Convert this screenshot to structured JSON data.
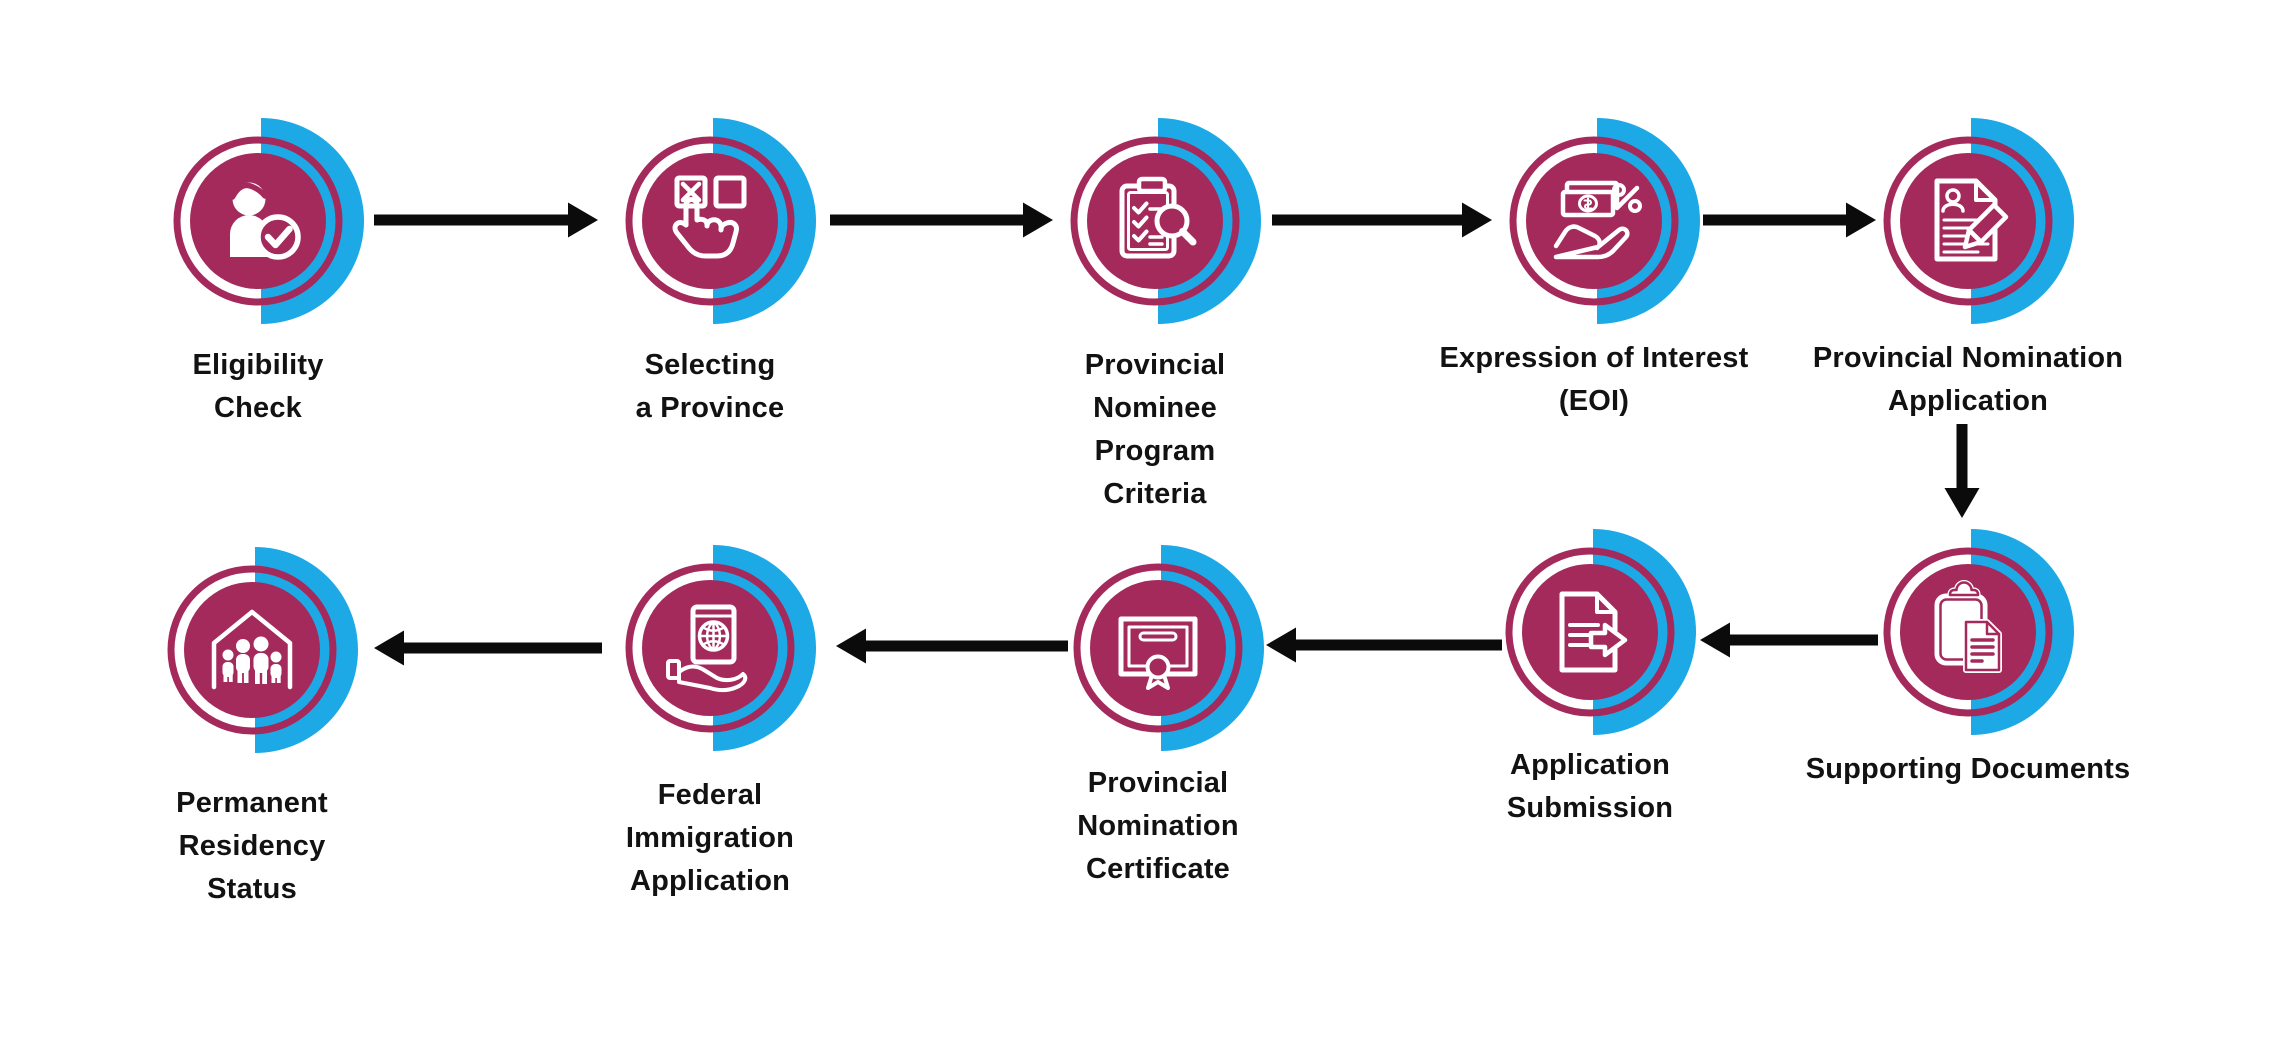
{
  "diagram": {
    "background": "#FFFFFF",
    "colors": {
      "badge_fill": "#A42A5C",
      "badge_accent": "#1CA9E6",
      "icon_stroke": "#FFFFFF",
      "label_text": "#121212",
      "arrow": "#0B0B0B"
    },
    "steps": [
      {
        "label_lines": [
          "Eligibility",
          "Check"
        ],
        "icon": "person-check-icon"
      },
      {
        "label_lines": [
          "Selecting",
          "a Province"
        ],
        "icon": "hand-checkbox-icon"
      },
      {
        "label_lines": [
          "Provincial",
          "Nominee",
          "Program",
          "Criteria"
        ],
        "icon": "clipboard-magnifier-icon"
      },
      {
        "label_lines": [
          "Expression of Interest",
          "(EOI)"
        ],
        "icon": "money-hand-icon"
      },
      {
        "label_lines": [
          "Provincial Nomination",
          "Application"
        ],
        "icon": "document-pencil-icon"
      },
      {
        "label_lines": [
          "Supporting Documents"
        ],
        "icon": "clipboard-document-icon"
      },
      {
        "label_lines": [
          "Application",
          "Submission"
        ],
        "icon": "document-arrow-icon"
      },
      {
        "label_lines": [
          "Provincial",
          "Nomination",
          "Certificate"
        ],
        "icon": "certificate-icon"
      },
      {
        "label_lines": [
          "Federal",
          "Immigration",
          "Application"
        ],
        "icon": "passport-hand-icon"
      },
      {
        "label_lines": [
          "Permanent",
          "Residency",
          "Status"
        ],
        "icon": "family-home-icon"
      }
    ]
  }
}
